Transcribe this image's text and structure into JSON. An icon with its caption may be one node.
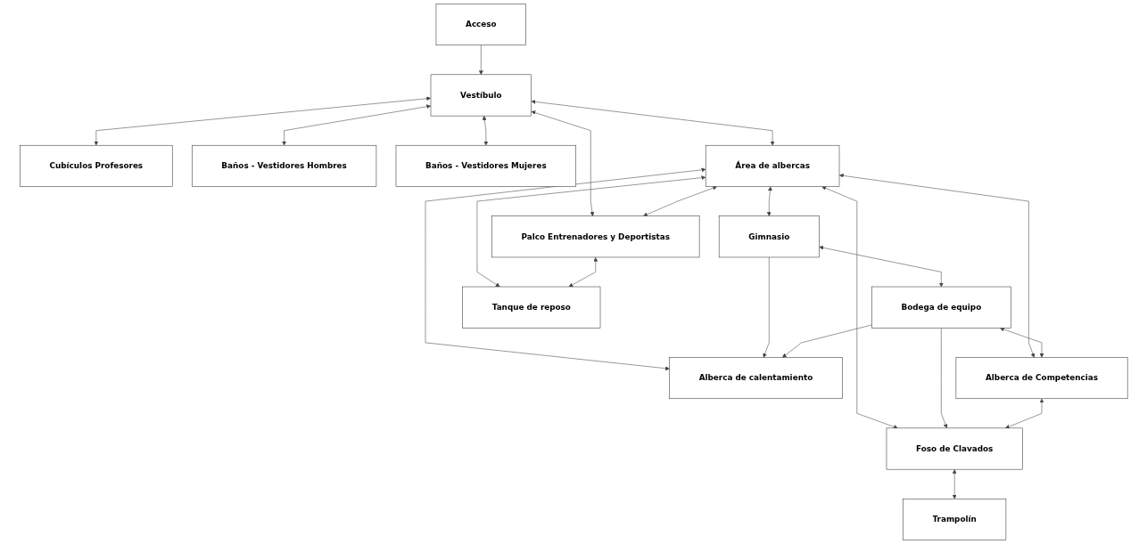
{
  "diagram": {
    "nodes": [
      {
        "text": [
          "Acceso"
        ]
      },
      {
        "text": [
          "Cubículos Profesores"
        ]
      },
      {
        "text": [
          "Vestíbulo"
        ]
      },
      {
        "text": [
          "Área de albercas"
        ]
      },
      {
        "text": [
          "Gimnasio"
        ]
      },
      {
        "text": [
          "Bodega de equipo"
        ]
      },
      {
        "text": [
          "Baños - Vestidores Hombres"
        ]
      },
      {
        "text": [
          "Alberca de calentamiento"
        ]
      },
      {
        "text": [
          "Baños - Vestidores Mujeres"
        ]
      },
      {
        "text": [
          "Palco Entrenadores y Deportistas"
        ]
      },
      {
        "text": [
          "Alberca de Competencias"
        ]
      },
      {
        "text": [
          "Foso de Clavados"
        ]
      },
      {
        "text": [
          "Trampolín"
        ]
      },
      {
        "text": [
          "Tanque de reposo"
        ]
      }
    ],
    "edges": [
      {
        "from": 0,
        "to": 2,
        "arrow": "to"
      },
      {
        "from": 2,
        "to": 1,
        "arrow": "both"
      },
      {
        "from": 2,
        "to": 6,
        "arrow": "both"
      },
      {
        "from": 2,
        "to": 8,
        "arrow": "both"
      },
      {
        "from": 2,
        "to": 3,
        "arrow": "both"
      },
      {
        "from": 2,
        "to": 9,
        "arrow": "both"
      },
      {
        "from": 3,
        "to": 4,
        "arrow": "both"
      },
      {
        "from": 4,
        "to": 5,
        "arrow": "both"
      },
      {
        "from": 3,
        "to": 7,
        "arrow": "both"
      },
      {
        "from": 4,
        "to": 7,
        "arrow": "to"
      },
      {
        "from": 5,
        "to": 7,
        "arrow": "to"
      },
      {
        "from": 3,
        "to": 9,
        "arrow": "both"
      },
      {
        "from": 3,
        "to": 10,
        "arrow": "both"
      },
      {
        "from": 3,
        "to": 11,
        "arrow": "both"
      },
      {
        "from": 3,
        "to": 13,
        "arrow": "both"
      },
      {
        "from": 5,
        "to": 10,
        "arrow": "both"
      },
      {
        "from": 5,
        "to": 11,
        "arrow": "to"
      },
      {
        "from": 10,
        "to": 11,
        "arrow": "both"
      },
      {
        "from": 11,
        "to": 12,
        "arrow": "both"
      },
      {
        "from": 9,
        "to": 13,
        "arrow": "both"
      }
    ]
  }
}
